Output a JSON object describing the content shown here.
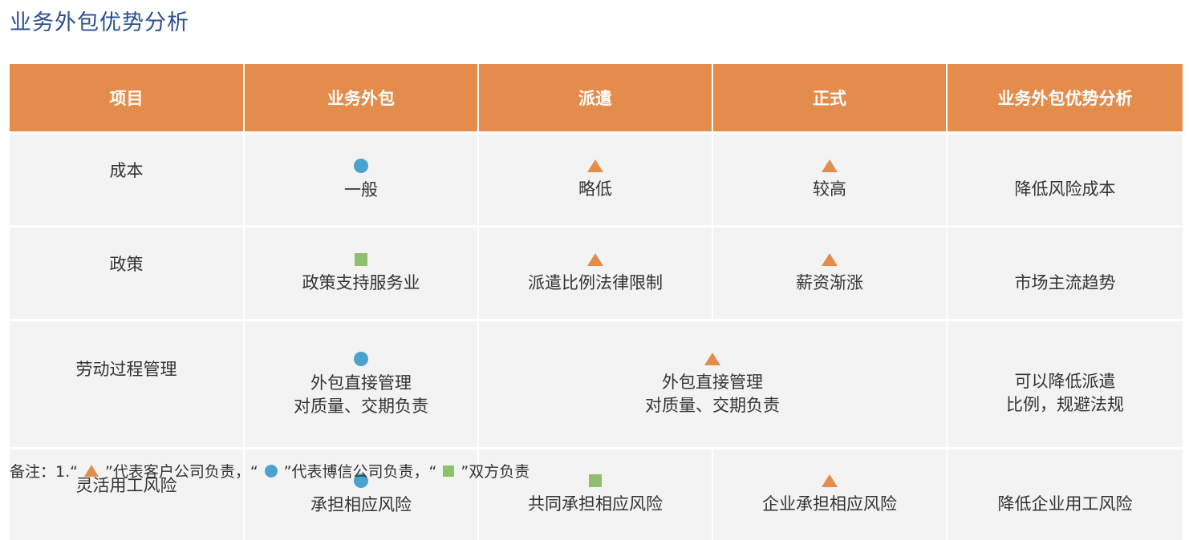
{
  "title": "业务外包优势分析",
  "headers": [
    "项目",
    "业务外包",
    "派遣",
    "正式",
    "业务外包优势分析"
  ],
  "colors": {
    "header_bg": "#e38c4b",
    "row_bg": "#f3f3f3",
    "title": "#2b4f93",
    "triangle": "#e38c4b",
    "circle": "#4aa3cc",
    "square": "#8fc06b"
  },
  "rows": [
    {
      "item": "成本",
      "outsourcing": {
        "marker": "circle",
        "text": "一般"
      },
      "dispatch": {
        "marker": "triangle",
        "text": "略低"
      },
      "formal": {
        "marker": "triangle",
        "text": "较高"
      },
      "advantage": "降低风险成本"
    },
    {
      "item": "政策",
      "outsourcing": {
        "marker": "square",
        "text": "政策支持服务业"
      },
      "dispatch": {
        "marker": "triangle",
        "text": "派遣比例法律限制"
      },
      "formal": {
        "marker": "triangle",
        "text": "薪资渐涨"
      },
      "advantage": "市场主流趋势"
    },
    {
      "item": "劳动过程管理",
      "outsourcing": {
        "marker": "circle",
        "line1": "外包直接管理",
        "line2": "对质量、交期负责"
      },
      "dispatch_formal": {
        "marker": "triangle",
        "line1": "外包直接管理",
        "line2": "对质量、交期负责"
      },
      "advantage": {
        "line1": "可以降低派遣",
        "line2": "比例，规避法规"
      }
    },
    {
      "item": "灵活用工风险",
      "outsourcing": {
        "marker": "circle",
        "text": "承担相应风险"
      },
      "dispatch": {
        "marker": "square",
        "text": "共同承担相应风险"
      },
      "formal": {
        "marker": "triangle",
        "text": "企业承担相应风险"
      },
      "advantage": "降低企业用工风险"
    }
  ],
  "note": {
    "prefix": "备注：1.“",
    "after_triangle": "”代表客户公司负责，“",
    "after_circle": "”代表博信公司负责，“",
    "after_square": "”双方负责"
  }
}
